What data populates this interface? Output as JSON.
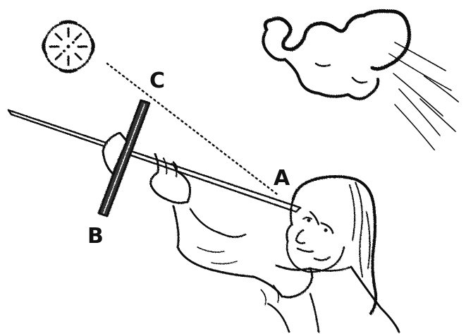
{
  "labels": {
    "a": "A",
    "b": "B",
    "c": "C"
  },
  "colors": {
    "ink": "#111111",
    "background": "#ffffff"
  },
  "icons": [
    "sun-icon",
    "cloud-icon",
    "rain-lines-icon"
  ]
}
